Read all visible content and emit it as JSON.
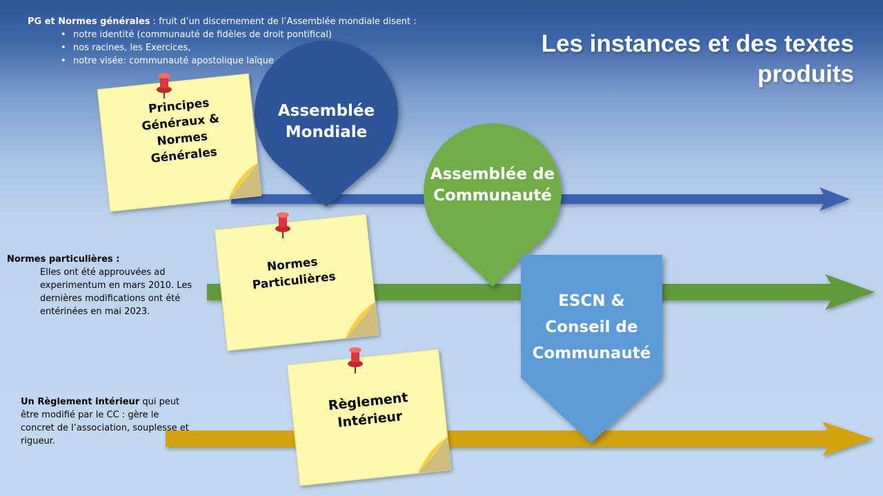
{
  "title": "Les instances et des textes produits",
  "pg_block": {
    "lead_bold": "PG  et Normes générales",
    "lead_rest": " : fruit d’un discernement de l’Assemblée mondiale disent :",
    "items": [
      "notre identité (communauté  de fidèles de droit pontifical)",
      "nos racines, les Exercices,",
      "notre visée: communauté  apostolique laïque"
    ]
  },
  "normes_block": {
    "heading": "Normes particulières :",
    "body": "Elles ont été approuvées ad experimentum  en mars 2010.  Les dernières modifications ont été entérinées en mai 2023."
  },
  "reglement_block": {
    "bold": "Un Règlement intérieur",
    "rest": " qui peut être modifié par  le CC : gère le concret de l’association, souplesse et rigueur."
  },
  "notes": {
    "principes": "Principes Généraux & Normes Générales",
    "particulieres": "Normes Particulières",
    "reglement": "Règlement Intérieur"
  },
  "bubbles": {
    "mondiale": "Assemblée Mondiale",
    "communaute": "Assemblée de Communauté",
    "escn": "ESCN & Conseil de Communauté"
  },
  "colors": {
    "blue_arrow": "#3a62b0",
    "green_arrow": "#5f9a3a",
    "gold_arrow": "#d4a20d",
    "dark_blue_bubble": "#2f559a",
    "green_bubble": "#6fac46",
    "light_blue_pentagon": "#5b9bd5",
    "note_yellow": "#fff9b0"
  }
}
